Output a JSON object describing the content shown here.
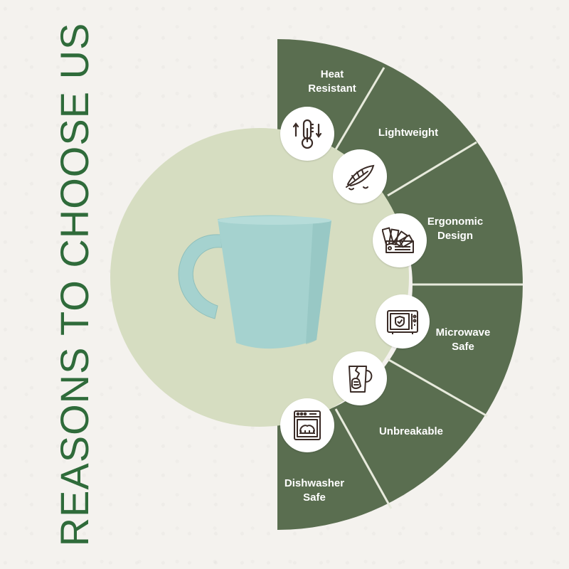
{
  "title": "REASONS TO CHOOSE US",
  "colors": {
    "title": "#2f6b3a",
    "panel": "#5a6e50",
    "inner_circle": "#d6ddc1",
    "mug": "#a5d2cf",
    "divider": "#e7eadc"
  },
  "features": [
    {
      "label": "Heat\nResistant",
      "icon": "thermometer-icon"
    },
    {
      "label": "Lightweight",
      "icon": "feather-icon"
    },
    {
      "label": "Ergonomic\nDesign",
      "icon": "color-swatch-icon"
    },
    {
      "label": "Microwave\nSafe",
      "icon": "microwave-icon"
    },
    {
      "label": "Unbreakable",
      "icon": "mug-in-hand-icon"
    },
    {
      "label": "Dishwasher\nSafe",
      "icon": "dishwasher-icon"
    }
  ],
  "product_image": "mug-icon"
}
